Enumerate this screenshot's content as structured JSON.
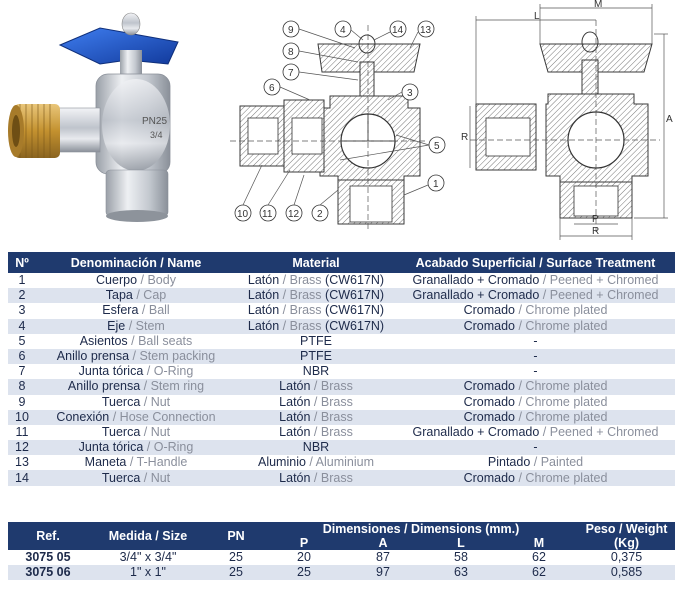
{
  "drawing": {
    "callouts": [
      "1",
      "2",
      "3",
      "4",
      "5",
      "6",
      "7",
      "8",
      "9",
      "10",
      "11",
      "12",
      "13",
      "14"
    ],
    "dim_letters": {
      "M": "M",
      "L": "L",
      "A": "A",
      "R_left": "R",
      "P": "P",
      "R_bottom": "R"
    }
  },
  "materials_table": {
    "headers": {
      "num": "Nº",
      "name": "Denominación / Name",
      "material": "Material",
      "finish": "Acabado Superficial / Surface Treatment"
    },
    "rows": [
      {
        "num": "1",
        "name_es": "Cuerpo",
        "name_en": "Body",
        "mat_es": "Latón",
        "mat_en": "Brass",
        "mat_code": "(CW617N)",
        "fin_es": "Granallado + Cromado",
        "fin_en": "Peened + Chromed"
      },
      {
        "num": "2",
        "name_es": "Tapa",
        "name_en": "Cap",
        "mat_es": "Latón",
        "mat_en": "Brass",
        "mat_code": "(CW617N)",
        "fin_es": "Granallado + Cromado",
        "fin_en": "Peened + Chromed"
      },
      {
        "num": "3",
        "name_es": "Esfera",
        "name_en": "Ball",
        "mat_es": "Latón",
        "mat_en": "Brass",
        "mat_code": "(CW617N)",
        "fin_es": "Cromado",
        "fin_en": "Chrome plated"
      },
      {
        "num": "4",
        "name_es": "Eje",
        "name_en": "Stem",
        "mat_es": "Latón",
        "mat_en": "Brass",
        "mat_code": "(CW617N)",
        "fin_es": "Cromado",
        "fin_en": "Chrome plated"
      },
      {
        "num": "5",
        "name_es": "Asientos",
        "name_en": "Ball seats",
        "mat_es": "PTFE",
        "mat_en": "",
        "mat_code": "",
        "fin_es": "-",
        "fin_en": ""
      },
      {
        "num": "6",
        "name_es": "Anillo prensa",
        "name_en": "Stem packing",
        "mat_es": "PTFE",
        "mat_en": "",
        "mat_code": "",
        "fin_es": "-",
        "fin_en": ""
      },
      {
        "num": "7",
        "name_es": "Junta tórica",
        "name_en": "O-Ring",
        "mat_es": "NBR",
        "mat_en": "",
        "mat_code": "",
        "fin_es": "-",
        "fin_en": ""
      },
      {
        "num": "8",
        "name_es": "Anillo prensa",
        "name_en": "Stem ring",
        "mat_es": "Latón",
        "mat_en": "Brass",
        "mat_code": "",
        "fin_es": "Cromado",
        "fin_en": "Chrome plated"
      },
      {
        "num": "9",
        "name_es": "Tuerca",
        "name_en": "Nut",
        "mat_es": "Latón",
        "mat_en": "Brass",
        "mat_code": "",
        "fin_es": "Cromado",
        "fin_en": "Chrome plated"
      },
      {
        "num": "10",
        "name_es": "Conexión",
        "name_en": "Hose Connection",
        "mat_es": "Latón",
        "mat_en": "Brass",
        "mat_code": "",
        "fin_es": "Cromado",
        "fin_en": "Chrome plated"
      },
      {
        "num": "11",
        "name_es": "Tuerca",
        "name_en": "Nut",
        "mat_es": "Latón",
        "mat_en": "Brass",
        "mat_code": "",
        "fin_es": "Granallado + Cromado",
        "fin_en": "Peened + Chromed"
      },
      {
        "num": "12",
        "name_es": "Junta tórica",
        "name_en": "O-Ring",
        "mat_es": "NBR",
        "mat_en": "",
        "mat_code": "",
        "fin_es": "-",
        "fin_en": ""
      },
      {
        "num": "13",
        "name_es": "Maneta",
        "name_en": "T-Handle",
        "mat_es": "Aluminio",
        "mat_en": "Aluminium",
        "mat_code": "",
        "fin_es": "Pintado",
        "fin_en": "Painted"
      },
      {
        "num": "14",
        "name_es": "Tuerca",
        "name_en": "Nut",
        "mat_es": "Latón",
        "mat_en": "Brass",
        "mat_code": "",
        "fin_es": "Cromado",
        "fin_en": "Chrome plated"
      }
    ]
  },
  "dimensions_table": {
    "headers": {
      "ref": "Ref.",
      "size": "Medida / Size",
      "pn": "PN",
      "dims": "Dimensiones / Dimensions (mm.)",
      "weight": "Peso / Weight",
      "weight_unit": "(Kg)",
      "P": "P",
      "A": "A",
      "L": "L",
      "M": "M"
    },
    "rows": [
      {
        "ref": "3075 05",
        "size": "3/4\" x 3/4\"",
        "pn": "25",
        "P": "20",
        "A": "87",
        "L": "58",
        "M": "62",
        "weight": "0,375"
      },
      {
        "ref": "3075 06",
        "size": "1\" x 1\"",
        "pn": "25",
        "P": "25",
        "A": "97",
        "L": "63",
        "M": "62",
        "weight": "0,585"
      }
    ]
  },
  "colors": {
    "header_bg": "#1f3a6e",
    "stripe": "#dde3ee",
    "secondary_text": "#8a8f9c",
    "handle_blue": "#1a4fc4",
    "brass": "#c99a3a",
    "chrome": "#c8ccd3"
  }
}
